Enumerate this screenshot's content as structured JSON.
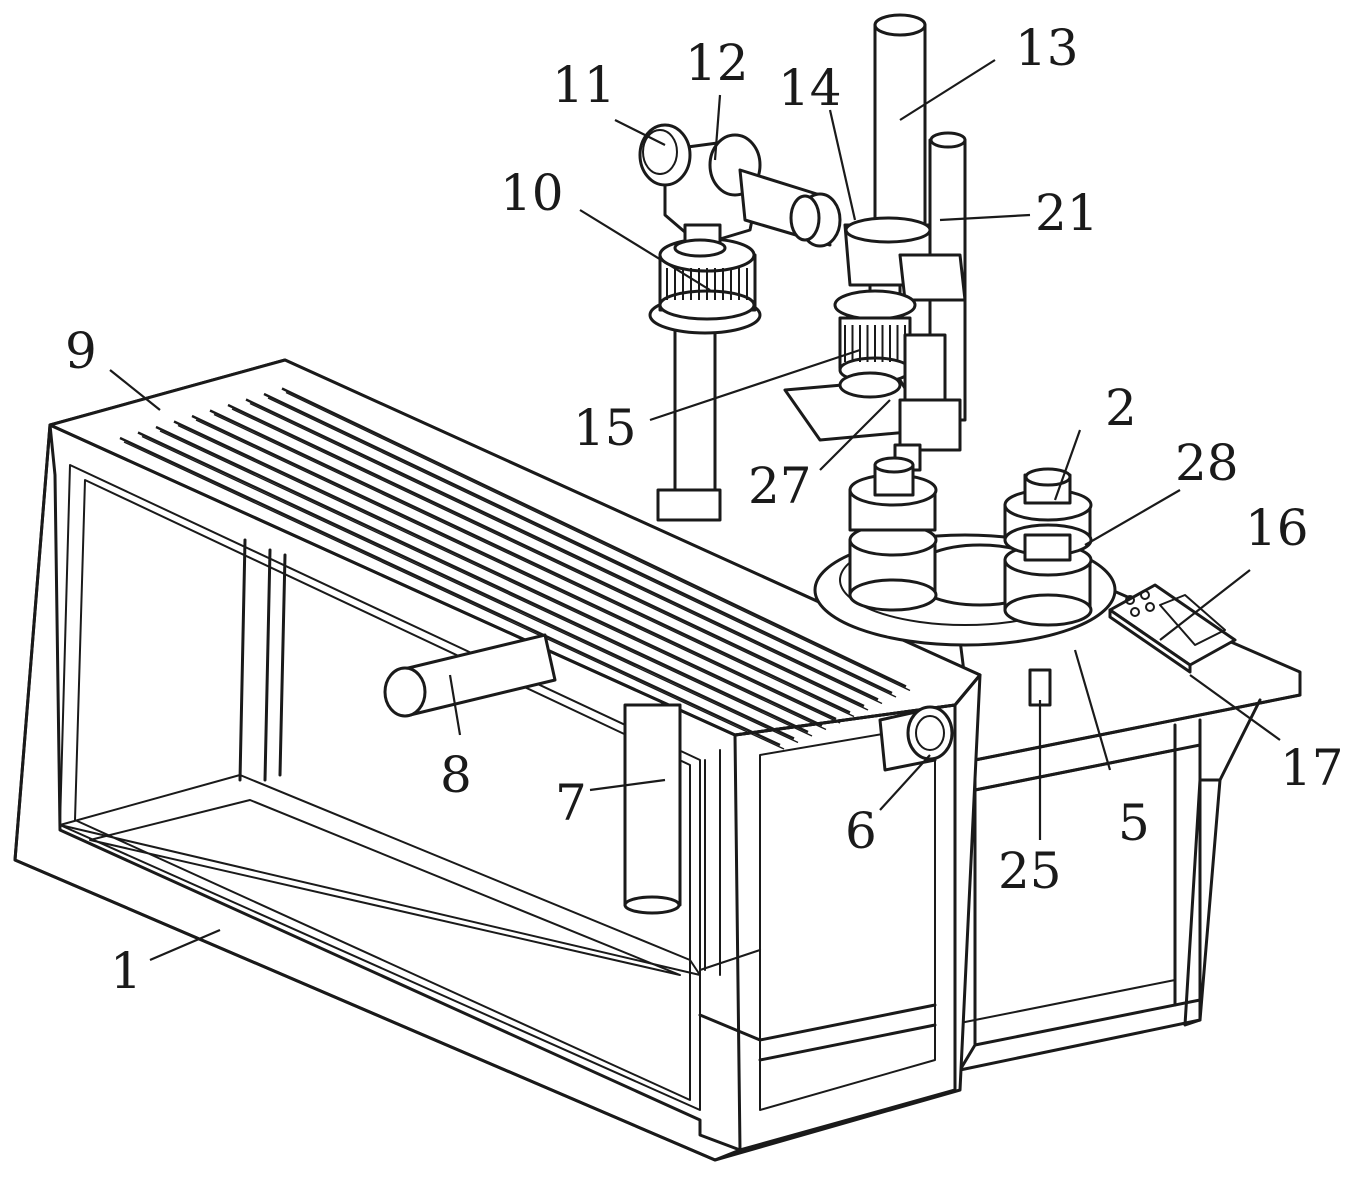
{
  "labels": [
    {
      "key": "l1",
      "text": "1"
    },
    {
      "key": "l2",
      "text": "2"
    },
    {
      "key": "l5",
      "text": "5"
    },
    {
      "key": "l6",
      "text": "6"
    },
    {
      "key": "l7",
      "text": "7"
    },
    {
      "key": "l8",
      "text": "8"
    },
    {
      "key": "l9",
      "text": "9"
    },
    {
      "key": "l10",
      "text": "10"
    },
    {
      "key": "l11",
      "text": "11"
    },
    {
      "key": "l12",
      "text": "12"
    },
    {
      "key": "l13",
      "text": "13"
    },
    {
      "key": "l14",
      "text": "14"
    },
    {
      "key": "l15",
      "text": "15"
    },
    {
      "key": "l16",
      "text": "16"
    },
    {
      "key": "l17",
      "text": "17"
    },
    {
      "key": "l21",
      "text": "21"
    },
    {
      "key": "l25",
      "text": "25"
    },
    {
      "key": "l27",
      "text": "27"
    },
    {
      "key": "l28",
      "text": "28"
    }
  ]
}
